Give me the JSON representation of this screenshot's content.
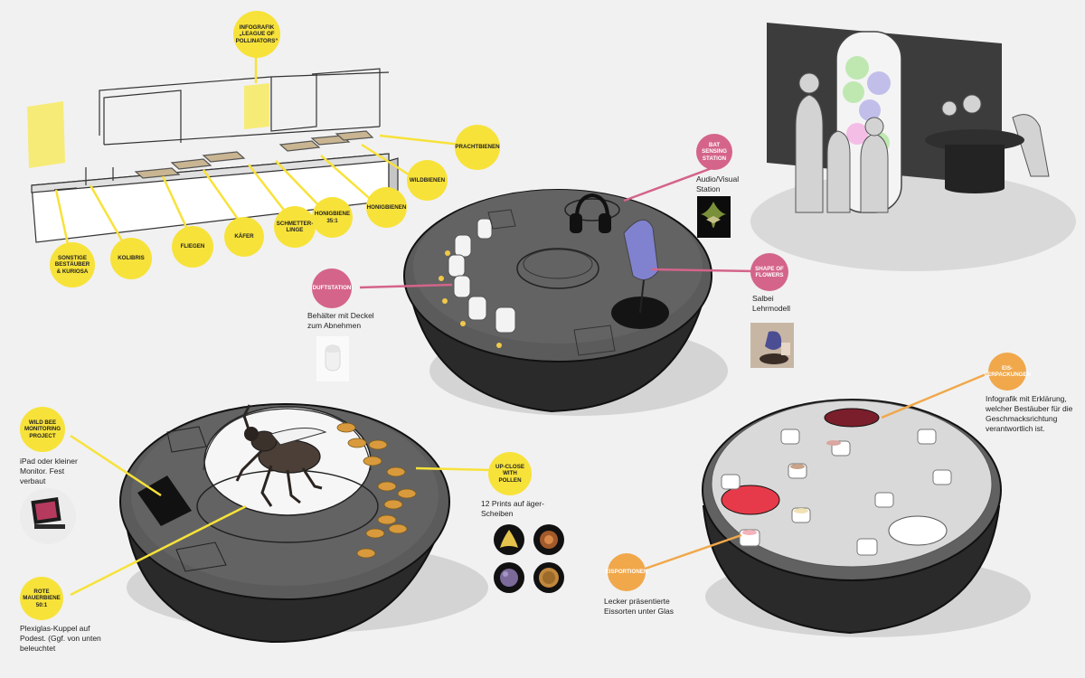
{
  "labels": {
    "infografik": "INFOGRAFIK „LEAGUE OF POLLINATORS“",
    "prachtbienen": "PRACHTBIENEN",
    "wildbienen": "WILDBIENEN",
    "honigbienen": "HONIGBIENEN",
    "honigbiene_35": "HONIGBIENE 35:1",
    "schmetterlinge": "SCHMETTER-LINGE",
    "kaefer": "KÄFER",
    "fliegen": "FLIEGEN",
    "kolibris": "KOLIBRIS",
    "sonstige": "SONSTIGE BESTÄUBER & KURIOSA",
    "bat_sensing": "BAT SENSING STATION",
    "shape_flowers": "SHAPE OF FLOWERS",
    "duftstation": "DUFTSTATION",
    "wild_bee": "WILD BEE MONITORING PROJECT",
    "rote_mauerbiene": "ROTE MAUERBIENE 50:1",
    "up_close": "UP-CLOSE WITH POLLEN",
    "eis_verpackungen": "EIS-VERPACKUNGEN",
    "eisportionen": "EISPORTIONEN"
  },
  "notes": {
    "audio_visual": "Audio/Visual Station",
    "salbei": "Salbei Lehrmodell",
    "behaelter": "Behälter mit Deckel zum Abnehmen",
    "ipad": "iPad oder kleiner Monitor. Fest verbaut",
    "plexiglas": "Plexiglas-Kuppel auf Podest. (Ggf. von unten beleuchtet",
    "prints": "12 Prints auf äger-Scheiben",
    "infografik_eis": "Infografik mit Erklärung, welcher Bestäuber für die Geschmacksrichtung verantwortlich ist.",
    "lecker": "Lecker präsentierte Eissorten unter Glas"
  },
  "colors": {
    "yellow": "#f7e23a",
    "pink": "#d4648a",
    "orange": "#f0a84b",
    "table_dark": "#3c3c3c"
  }
}
